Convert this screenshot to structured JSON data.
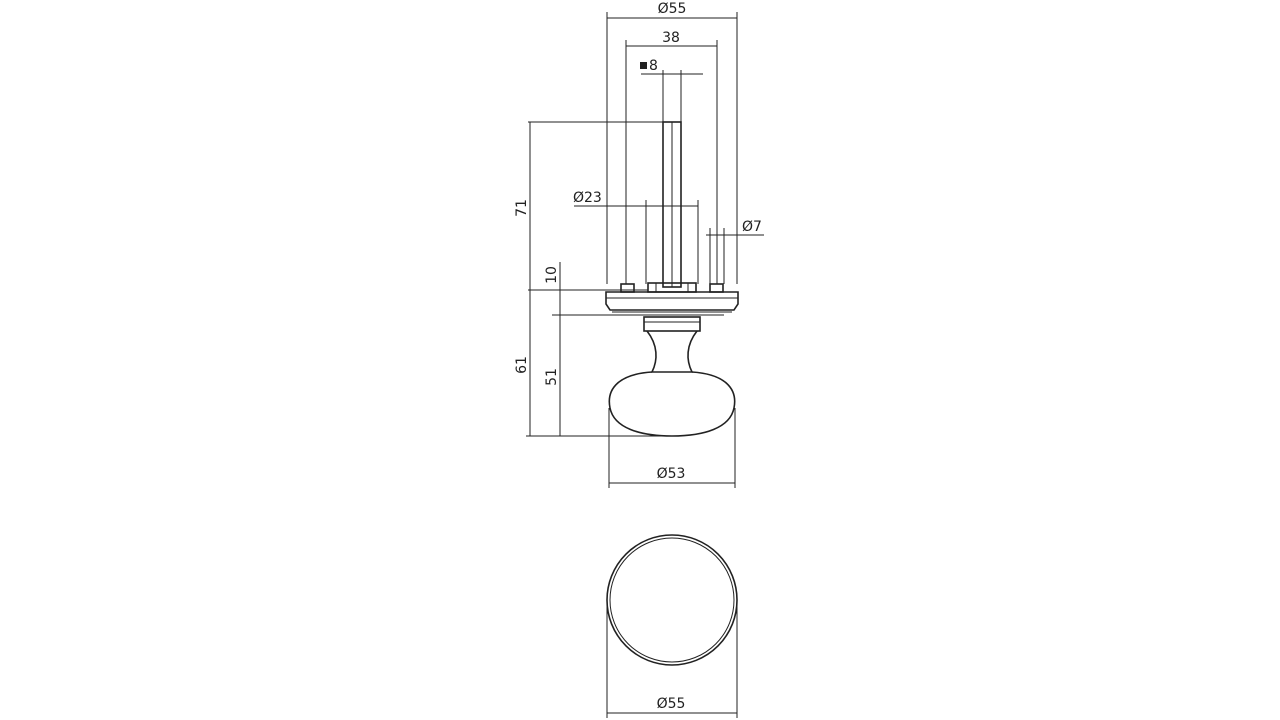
{
  "dimensions": {
    "rose_diameter_top": "Ø55",
    "screw_spacing": "38",
    "spindle_square": "8",
    "spindle_length": "71",
    "neck_diameter": "Ø23",
    "screw_hole_diameter": "Ø7",
    "rose_height": "10",
    "total_height": "61",
    "knob_height": "51",
    "knob_diameter": "Ø53",
    "rose_diameter_bottom": "Ø55"
  },
  "colors": {
    "line": "#222222",
    "background": "#ffffff"
  }
}
